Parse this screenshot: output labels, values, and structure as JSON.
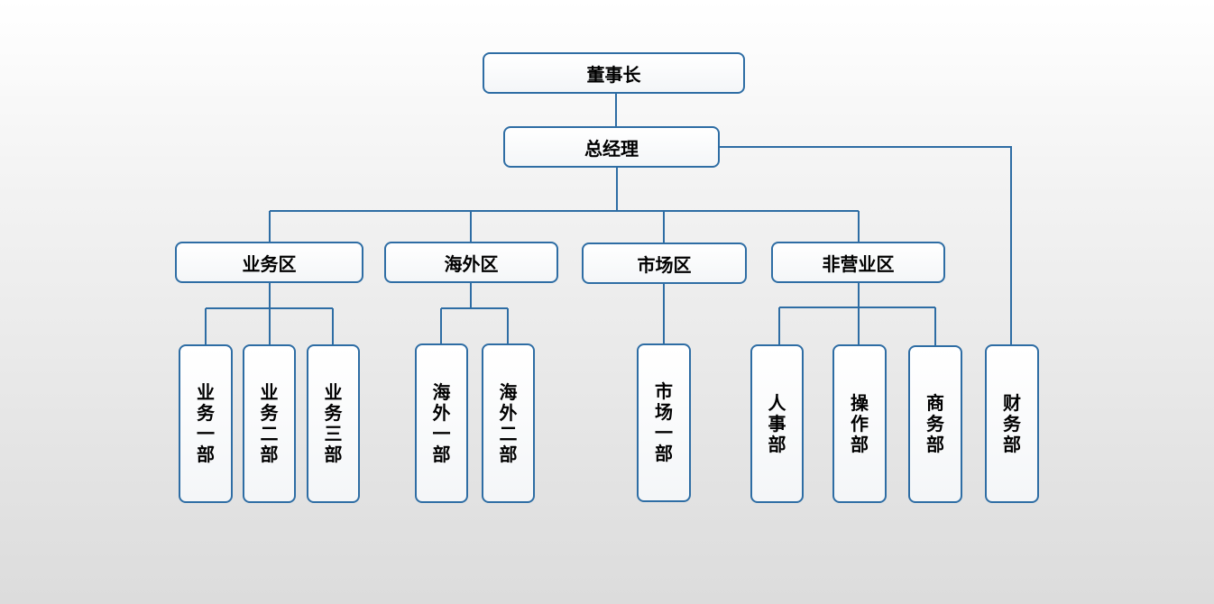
{
  "colors": {
    "line": "#2e6da4",
    "border": "#2e6da4",
    "text": "#000000"
  },
  "org": {
    "top": "董事长",
    "gm": "总经理",
    "finance": "财务部",
    "regions": [
      {
        "label": "业务区",
        "departments": [
          "业务一部",
          "业务二部",
          "业务三部"
        ]
      },
      {
        "label": "海外区",
        "departments": [
          "海外一部",
          "海外二部"
        ]
      },
      {
        "label": "市场区",
        "departments": [
          "市场一部"
        ]
      },
      {
        "label": "非营业区",
        "departments": [
          "人事部",
          "操作部",
          "商务部"
        ]
      }
    ]
  }
}
